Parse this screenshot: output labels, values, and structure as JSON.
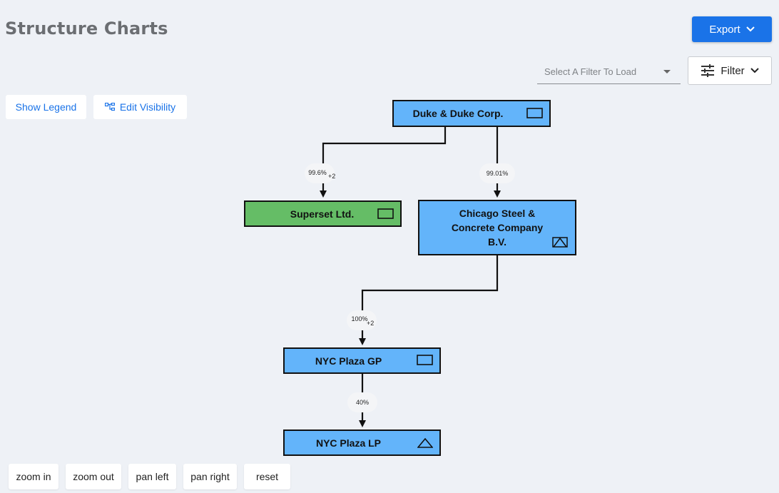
{
  "header": {
    "title": "Structure Charts",
    "export_label": "Export"
  },
  "toolbar": {
    "filter_placeholder": "Select A Filter To Load",
    "filter_label": "Filter",
    "show_legend": "Show Legend",
    "edit_visibility": "Edit Visibility"
  },
  "nodes": {
    "duke": "Duke & Duke Corp.",
    "superset": "Superset Ltd.",
    "chicago_line1": "Chicago Steel &",
    "chicago_line2": "Concrete Company",
    "chicago_line3": "B.V.",
    "nyc_gp": "NYC Plaza GP",
    "nyc_lp": "NYC Plaza LP"
  },
  "edges": {
    "duke_superset": {
      "pct": "99.6%",
      "extra": "+2"
    },
    "duke_chicago": {
      "pct": "99.01%"
    },
    "chicago_gp": {
      "pct": "100%",
      "extra": "+2"
    },
    "gp_lp": {
      "pct": "40%"
    }
  },
  "controls": {
    "zoom_in": "zoom in",
    "zoom_out": "zoom out",
    "pan_left": "pan left",
    "pan_right": "pan right",
    "reset": "reset"
  },
  "colors": {
    "accent": "#1a73e8",
    "node_blue": "#63b4fa",
    "node_green": "#65bd66"
  }
}
